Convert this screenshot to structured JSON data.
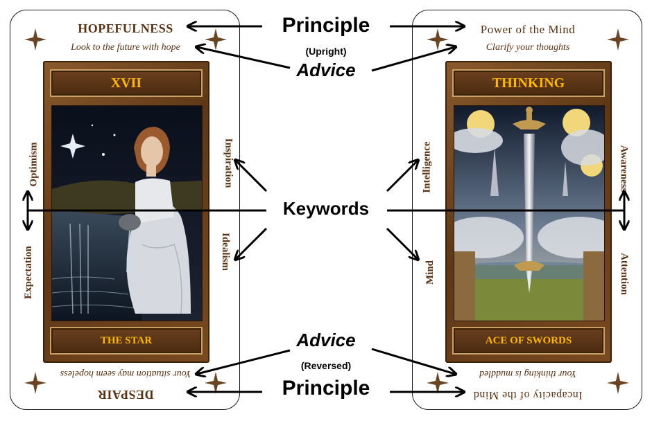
{
  "labels": {
    "principle": "Principle",
    "upright": "(Upright)",
    "reversed": "(Reversed)",
    "advice": "Advice",
    "keywords": "Keywords"
  },
  "cards": [
    {
      "name": "THE STAR",
      "number": "XVII",
      "upright_principle": "HOPEFULNESS",
      "upright_advice": "Look to the future with hope",
      "reversed_principle": "DESPAIR",
      "reversed_advice": "Your situation may seem hopeless",
      "keywords_outer_upright": "Optimism",
      "keywords_outer_reversed": "Expectation",
      "keywords_inner_upright": "Inspiration",
      "keywords_inner_reversed": "Idealism"
    },
    {
      "name": "ACE OF SWORDS",
      "number": "THINKING",
      "upright_principle": "Power of the Mind",
      "upright_advice": "Clarify your thoughts",
      "reversed_principle": "Incapacity of the Mind",
      "reversed_advice": "Your thinking is muddled",
      "keywords_inner_upright": "Intelligence",
      "keywords_inner_reversed": "Mind",
      "keywords_outer_upright": "Awareness",
      "keywords_outer_reversed": "Attention"
    }
  ],
  "colors": {
    "card_text": "#5a3212",
    "plate_text": "#ffb800",
    "frame": "#6b4020"
  }
}
